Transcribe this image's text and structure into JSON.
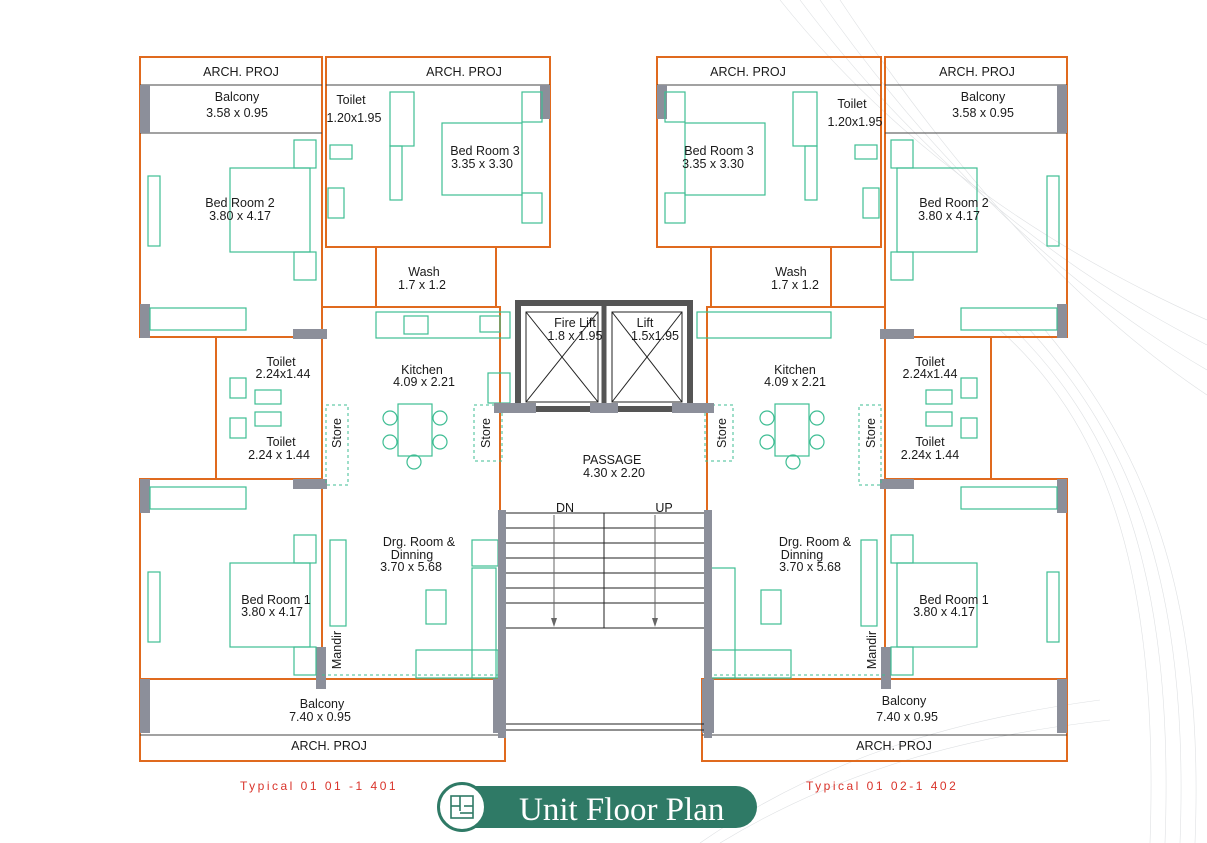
{
  "colors": {
    "wall": "#e06a1e",
    "furniture": "#3ebd93",
    "line": "#222222",
    "column": "#8c8f9a",
    "caption": "#d9342b",
    "brand": "#2f7a66"
  },
  "title": "Unit Floor Plan",
  "title_icon": "floor-plan-icon",
  "captions": {
    "left": "Typical 01 01 -1 401",
    "right": "Typical 01 02-1 402"
  },
  "labels": {
    "arch_proj": "ARCH. PROJ",
    "balcony": "Balcony",
    "toilet": "Toilet",
    "bed_room_1": "Bed Room 1",
    "bed_room_2": "Bed Room 2",
    "bed_room_3": "Bed Room 3",
    "wash": "Wash",
    "kitchen": "Kitchen",
    "store": "Store",
    "mandir": "Mandir",
    "drg_line1": "Drg. Room &",
    "drg_line2": "Dinning",
    "fire_lift": "Fire Lift",
    "lift": "Lift",
    "passage": "PASSAGE",
    "dn": "DN",
    "up": "UP"
  },
  "dimensions": {
    "balcony_small": "3.58 x 0.95",
    "toilet_top_left": "1.20x1.95",
    "toilet_top_right": "1.20x1.95",
    "bed_room_3": "3.35 x 3.30",
    "bed_room_2": "3.80 x 4.17",
    "wash": "1.7 x 1.2",
    "kitchen": "4.09 x 2.21",
    "toilet_a_left": "2.24x1.44",
    "toilet_b_left": "2.24 x 1.44",
    "toilet_a_right": "2.24x1.44",
    "toilet_b_right": "2.24x 1.44",
    "drg_room": "3.70 x 5.68",
    "bed_room_1": "3.80 x 4.17",
    "balcony_large": "7.40 x 0.95",
    "fire_lift": "1.8 x 1.95",
    "lift": "1.5x1.95",
    "passage": "4.30 x 2.20"
  }
}
